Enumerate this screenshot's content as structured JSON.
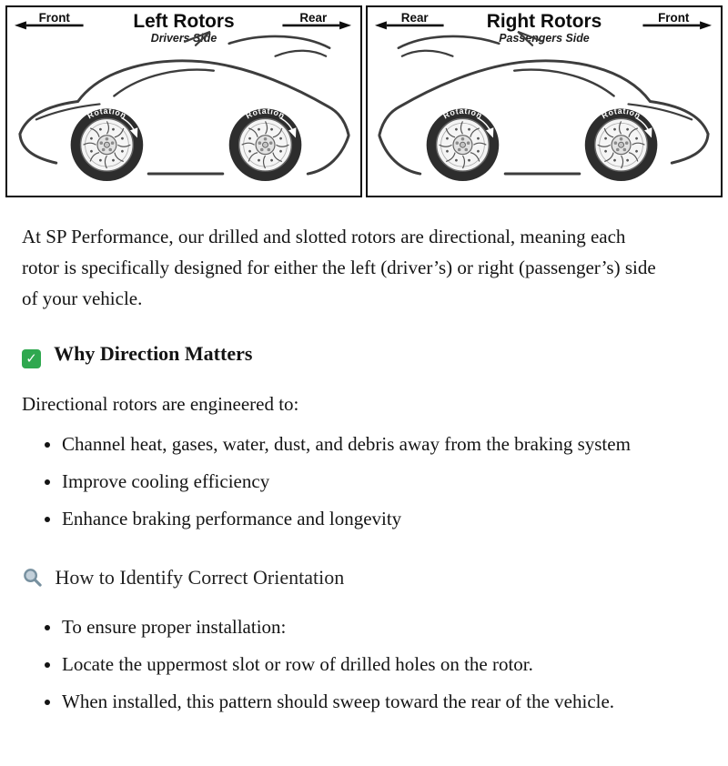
{
  "colors": {
    "accent_green": "#2fa84f",
    "magnifier_blue": "#77909f",
    "diagram_border": "#0c0c0c",
    "tire_dark": "#2d2d2d"
  },
  "diagram": {
    "panels": [
      {
        "title": "Left Rotors",
        "subtitle": "Drivers Side",
        "left_arrow_label": "Front",
        "right_arrow_label": "Rear",
        "wheel_label": "Rotation"
      },
      {
        "title": "Right Rotors",
        "subtitle": "Passengers Side",
        "left_arrow_label": "Rear",
        "right_arrow_label": "Front",
        "wheel_label": "Rotation"
      }
    ]
  },
  "content": {
    "intro": "At SP Performance, our drilled and slotted rotors are directional, meaning each rotor is specifically designed for either the left (driver’s) or right (passenger’s) side of your vehicle.",
    "why_direction": {
      "check_glyph": "✓",
      "heading": "Why Direction Matters",
      "lead": "Directional rotors are engineered to:",
      "bullets": [
        "Channel heat, gases, water, dust, and debris away from the braking system",
        "Improve cooling efficiency",
        "Enhance braking performance and longevity"
      ]
    },
    "orientation": {
      "heading": "How to Identify Correct Orientation",
      "bullets": [
        "To ensure proper installation:",
        "Locate the uppermost slot or row of drilled holes on the rotor.",
        "When installed, this pattern should sweep toward the rear of the vehicle."
      ]
    }
  }
}
